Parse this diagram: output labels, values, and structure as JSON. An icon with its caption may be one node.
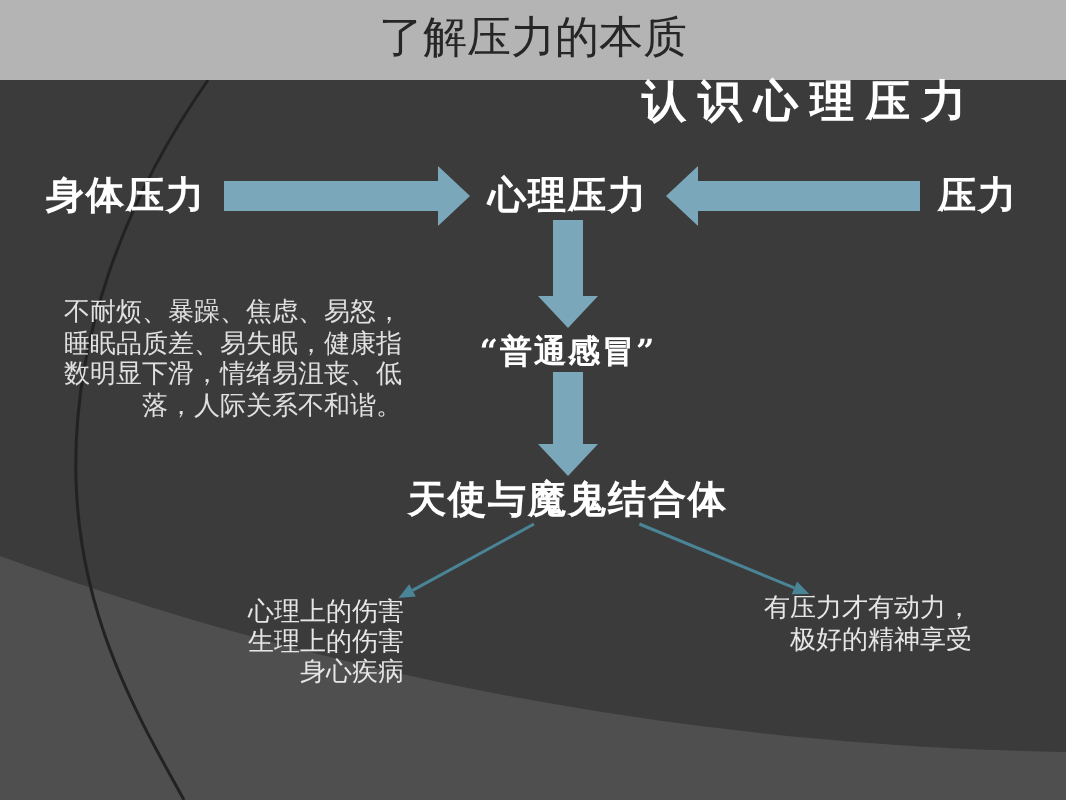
{
  "diagram": {
    "title": "了解压力的本质",
    "nodes": [
      {
        "text": [
          "身体压力"
        ]
      },
      {
        "text": [
          "心理压力"
        ]
      },
      {
        "text": [
          "压力"
        ]
      },
      {
        "text": [
          "“普通感冒”"
        ]
      },
      {
        "text": [
          "天使与魔鬼结合体"
        ]
      },
      {
        "text": [
          "心理上的伤害",
          "生理上的伤害",
          "身心疾病"
        ]
      },
      {
        "text": [
          "有压力才有动力，极好的精神享受"
        ]
      }
    ],
    "edges": [
      {
        "from": 0,
        "to": 1,
        "arrow": "to"
      },
      {
        "from": 2,
        "to": 1,
        "arrow": "to"
      },
      {
        "from": 1,
        "to": 3,
        "arrow": "to"
      },
      {
        "from": 3,
        "to": 4,
        "arrow": "to"
      },
      {
        "from": 4,
        "to": 5,
        "arrow": "to",
        "color": "#4a8497"
      },
      {
        "from": 4,
        "to": 6,
        "arrow": "to",
        "color": "#4a8497"
      }
    ],
    "labels": [
      "认识心理压力",
      "不耐烦、暴躁、焦虑、易怒，睡眠品质差、易失眠，健康指数明显下滑，情绪易沮丧、低落，人际关系不和谐。"
    ]
  }
}
